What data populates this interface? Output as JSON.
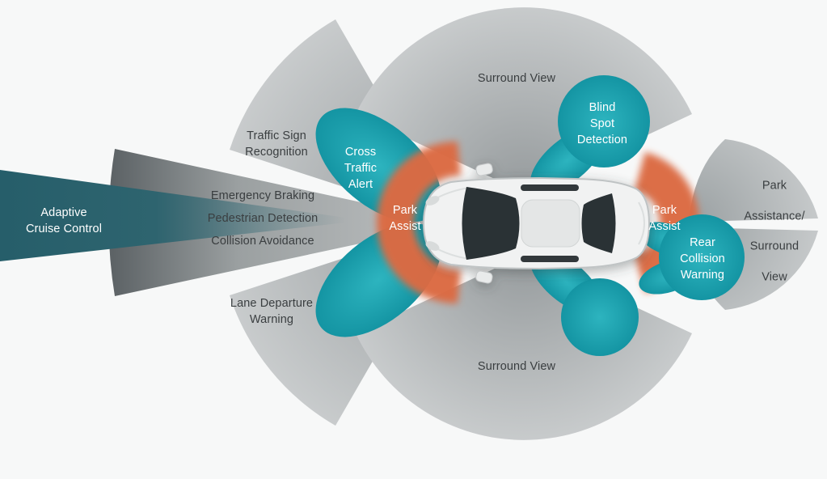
{
  "labels": {
    "adaptive_cruise_control": "Adaptive\nCruise Control",
    "emergency_braking": "Emergency Braking",
    "pedestrian_detection": "Pedestrian Detection",
    "collision_avoidance": "Collision Avoidance",
    "traffic_sign_recognition": "Traffic Sign\nRecognition",
    "lane_departure_warning": "Lane Departure\nWarning",
    "cross_traffic_alert": "Cross\nTraffic\nAlert",
    "park_assist_front": "Park\nAssist",
    "surround_view_top": "Surround View",
    "surround_view_bottom": "Surround View",
    "blind_spot_detection": "Blind\nSpot\nDetection",
    "park_assist_rear": "Park\nAssist",
    "rear_collision_warning": "Rear\nCollision\nWarning",
    "park_assistance_surround_view": "Park Assistance/\nSurround View"
  },
  "colors": {
    "background": "#f7f8f8",
    "gray_zone": "#b9bcbd",
    "dark_gray_beam": "#5d6366",
    "teal_zone": "#14a0ae",
    "dark_teal_beam": "#265e6a",
    "orange_zone": "#dc6a43",
    "car_body": "#f1f2f2",
    "car_glass": "#2b3135",
    "text_dark": "#3a3e40",
    "text_light": "#ffffff"
  }
}
